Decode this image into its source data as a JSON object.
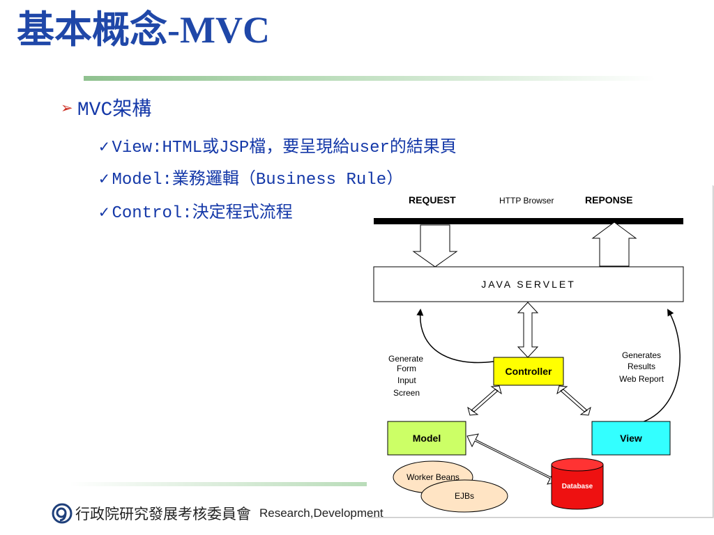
{
  "slide": {
    "title": "基本概念-MVC",
    "bullet_marker": "➢",
    "check_marker": "✓",
    "section": "MVC架構",
    "items": [
      "View:HTML或JSP檔，要呈現給user的結果頁",
      "Model:業務邏輯（Business Rule）",
      "Control:決定程式流程"
    ]
  },
  "diagram": {
    "request_label": "REQUEST",
    "browser_label": "HTTP Browser",
    "response_label": "REPONSE",
    "servlet_label": "JAVA SERVLET",
    "controller_label": "Controller",
    "model_label": "Model",
    "view_label": "View",
    "database_label": "Database",
    "worker_beans_label": "Worker Beans",
    "ejbs_label": "EJBs",
    "left_note": [
      "Generate",
      "Form",
      "Input",
      "Screen"
    ],
    "right_note": [
      "Generates",
      "Results",
      "Web Report"
    ],
    "colors": {
      "controller": "#ffff00",
      "model": "#ccff66",
      "view": "#33ffff",
      "database": "#ee1111",
      "beans": "#ffe4c4"
    }
  },
  "footer": {
    "org_zh": "行政院研究發展考核委員會",
    "org_en": "Research,Development"
  }
}
